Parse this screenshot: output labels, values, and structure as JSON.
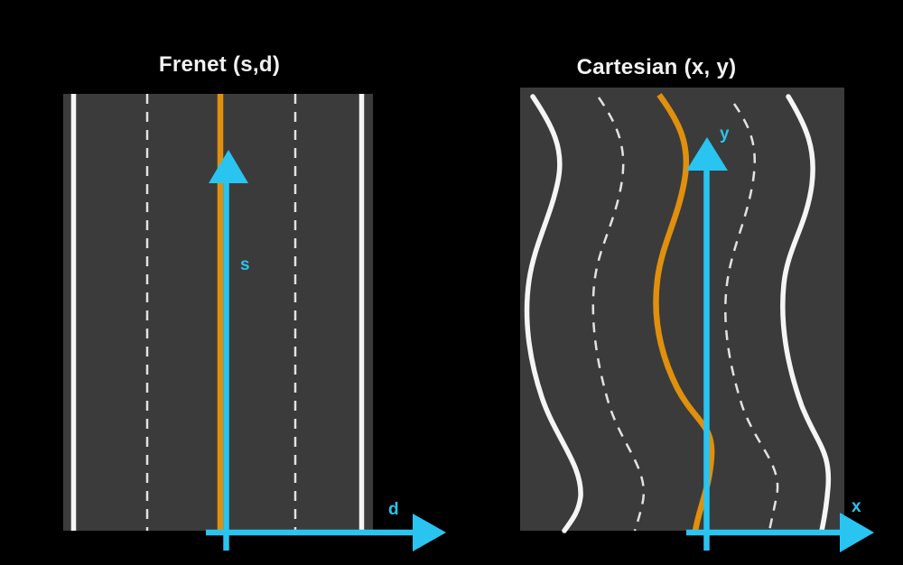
{
  "panels": {
    "frenet": {
      "title": "Frenet (s,d)",
      "axis_vertical_label": "s",
      "axis_horizontal_label": "d"
    },
    "cartesian": {
      "title": "Cartesian (x, y)",
      "axis_vertical_label": "y",
      "axis_horizontal_label": "x"
    }
  },
  "colors": {
    "background": "#000000",
    "road": "#3b3b3b",
    "lane_solid": "#f5f5f5",
    "lane_dashed": "#e2e2e2",
    "reference_path": "#e0900d",
    "axis": "#29c4f0",
    "title_text": "#f2f2f2"
  }
}
